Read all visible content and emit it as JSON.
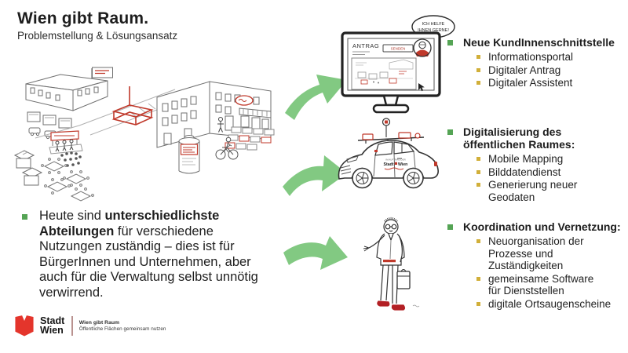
{
  "slide": {
    "title": "Wien gibt Raum.",
    "subtitle": "Problemstellung & Lösungsansatz"
  },
  "problem": {
    "text_before": "Heute sind ",
    "text_bold": "unterschiedlichste Abteilungen",
    "text_after": " für verschiedene Nutzungen zuständig – dies ist für BürgerInnen und Unternehmen, aber auch für die Verwaltung selbst unnötig verwirrend."
  },
  "solutions": [
    {
      "heading": "Neue KundInnenschnittstelle",
      "items": [
        "Informationsportal",
        "Digitaler Antrag",
        "Digitaler Assistent"
      ]
    },
    {
      "heading": "Digitalisierung des öffentlichen Raumes:",
      "items": [
        "Mobile Mapping",
        "Bilddatendienst",
        "Generierung neuer Geodaten"
      ]
    },
    {
      "heading": "Koordination und Vernetzung:",
      "items": [
        "Neuorganisation der Prozesse und Zuständigkeiten",
        "gemeinsame Software für Dienststellen",
        "digitale Ortsaugenscheine"
      ]
    }
  ],
  "monitor": {
    "bubble_line1": "ICH HELFE",
    "bubble_line2": "IHNEN GERNE!",
    "screen_title": "ANTRAG",
    "button_label": "SENDEN"
  },
  "car": {
    "door_line1": "IM AUFTRAG DER",
    "door_stadt": "Stadt",
    "door_wien": "Wien"
  },
  "footer": {
    "logo_line1": "Stadt",
    "logo_line2": "Wien",
    "claim_line1": "Wien gibt Raum",
    "claim_line2": "Öffentliche Flächen gemeinsam nutzen"
  },
  "colors": {
    "arrow_green": "#82c982",
    "bullet_green": "#55a455",
    "bullet_yellow": "#d1af39",
    "wien_red": "#e4352c",
    "sketch_red": "#c0392b"
  }
}
